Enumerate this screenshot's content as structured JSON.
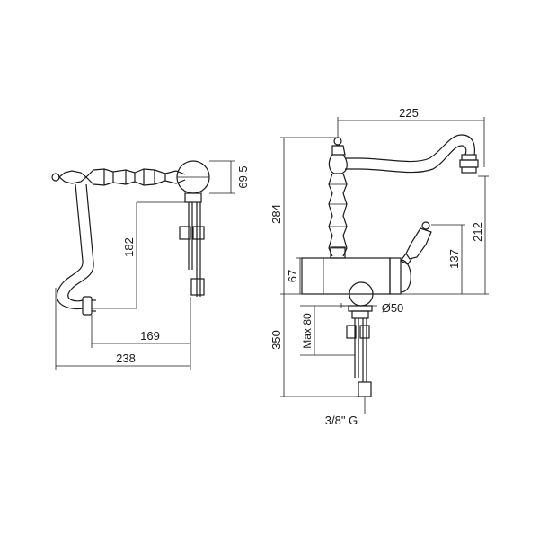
{
  "dimensions": {
    "top_view": {
      "height_69_5": "69.5",
      "vertical_182": "182",
      "horizontal_169": "169",
      "overall_238": "238"
    },
    "side_view": {
      "reach_225": "225",
      "height_284": "284",
      "height_212": "212",
      "height_137": "137",
      "base_67": "67",
      "max_80": "Max 80",
      "diameter_50": "Ø50",
      "hose_350": "350",
      "thread": "3/8\" G"
    }
  }
}
